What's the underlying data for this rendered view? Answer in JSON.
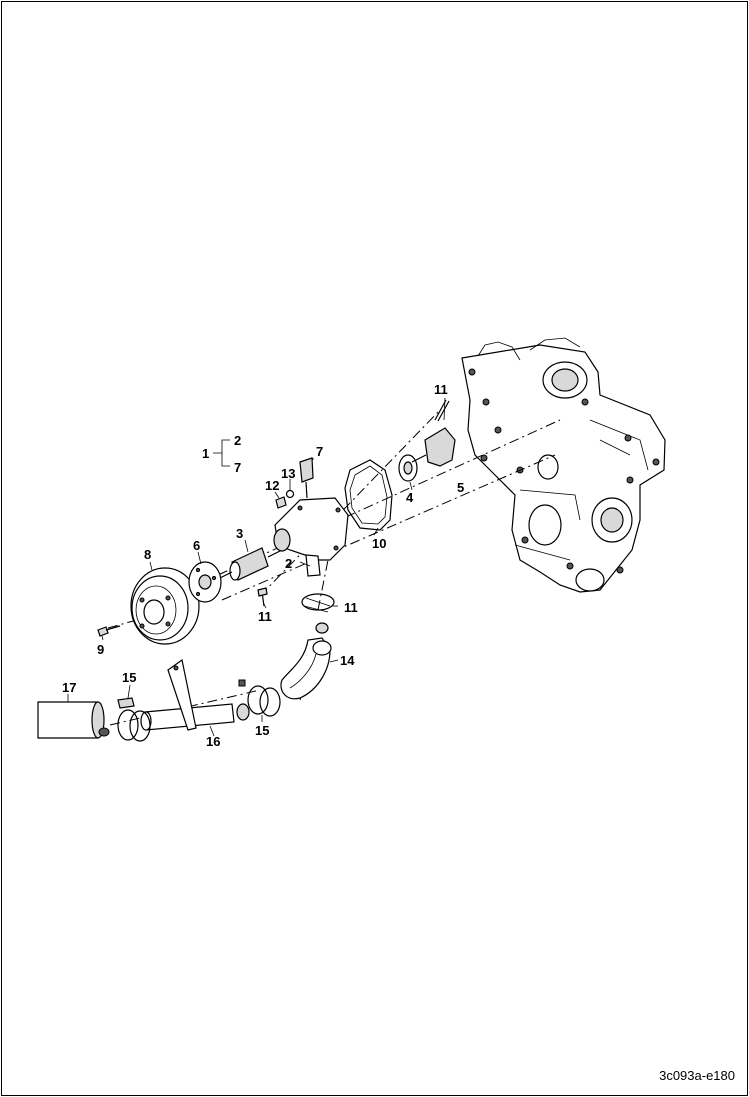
{
  "figure_id": "3c093a-e180",
  "callouts": {
    "assembly_group": {
      "parent": "1",
      "children": [
        "2",
        "7"
      ]
    },
    "items": [
      {
        "id": "c2",
        "text": "2"
      },
      {
        "id": "c3",
        "text": "3"
      },
      {
        "id": "c4",
        "text": "4"
      },
      {
        "id": "c5",
        "text": "5"
      },
      {
        "id": "c6",
        "text": "6"
      },
      {
        "id": "c7",
        "text": "7"
      },
      {
        "id": "c8",
        "text": "8"
      },
      {
        "id": "c9",
        "text": "9"
      },
      {
        "id": "c10",
        "text": "10"
      },
      {
        "id": "c11a",
        "text": "11"
      },
      {
        "id": "c11b",
        "text": "11"
      },
      {
        "id": "c11c",
        "text": "11"
      },
      {
        "id": "c12",
        "text": "12"
      },
      {
        "id": "c13",
        "text": "13"
      },
      {
        "id": "c14",
        "text": "14"
      },
      {
        "id": "c15a",
        "text": "15"
      },
      {
        "id": "c15b",
        "text": "15"
      },
      {
        "id": "c16",
        "text": "16"
      },
      {
        "id": "c17",
        "text": "17"
      }
    ]
  }
}
